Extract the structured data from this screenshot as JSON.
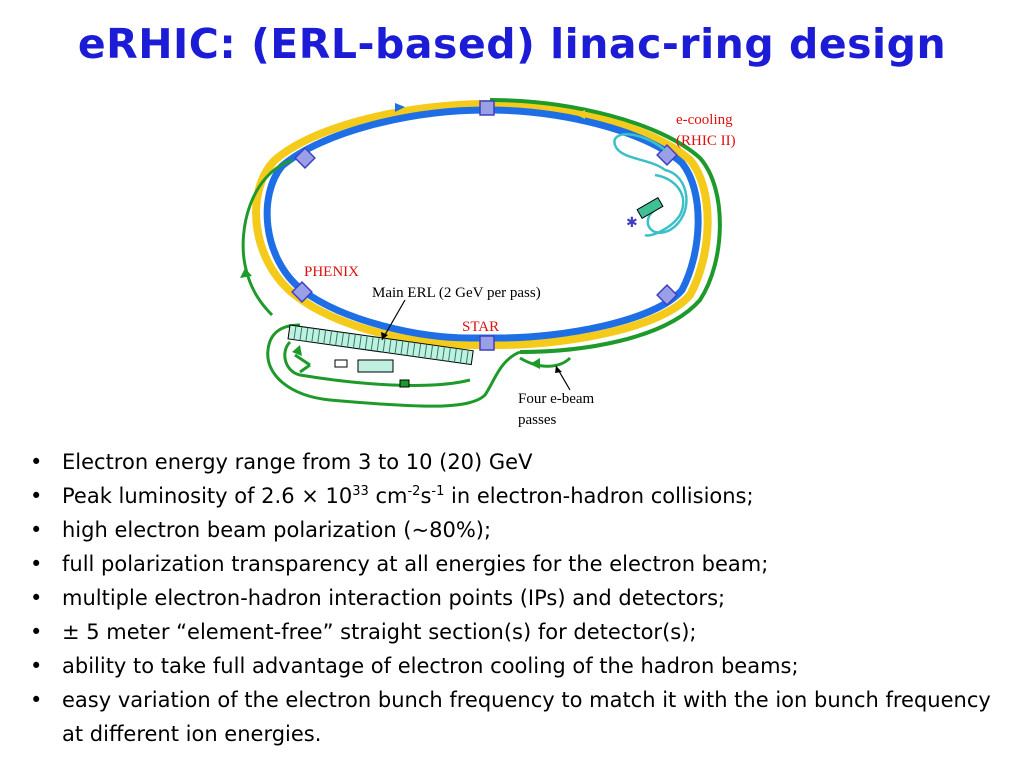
{
  "title": "eRHIC: (ERL-based) linac-ring design",
  "diagram": {
    "labels": {
      "ecooling_1": "e-cooling",
      "ecooling_2": "(RHIC II)",
      "phenix": "PHENIX",
      "main_erl": "Main ERL (2 GeV per pass)",
      "star": "STAR",
      "four_1": "Four e-beam",
      "four_2": "passes"
    },
    "colors": {
      "hadron_ring_blue": "#1e6fe6",
      "hadron_ring_yellow": "#f5cb1b",
      "electron_path_green": "#1e9a2b",
      "cooling_cyan": "#3cc0c8",
      "label_red": "#e01010",
      "title_blue": "#1c1cd6"
    }
  },
  "bullets": [
    {
      "pre": "Electron energy range from 3 to 10 (20) GeV"
    },
    {
      "pre": "Peak luminosity of 2.6 × 10",
      "s1": "33",
      "mid": " cm",
      "s2": "-2",
      "mid2": "s",
      "s3": "-1",
      "post": " in electron-hadron collisions;"
    },
    {
      "pre": "high electron beam polarization (~80%);"
    },
    {
      "pre": "full polarization transparency at all energies for the electron beam;"
    },
    {
      "pre": "multiple electron-hadron interaction points (IPs) and detectors;"
    },
    {
      "pre": "± 5 meter “element-free” straight section(s) for detector(s);"
    },
    {
      "pre": "ability to take full advantage of electron cooling of the hadron beams;"
    },
    {
      "pre": "easy variation of the electron bunch frequency to match it with the ion bunch frequency at different ion energies."
    }
  ]
}
